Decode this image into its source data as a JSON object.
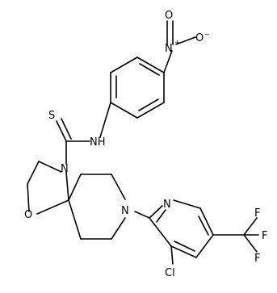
{
  "molecule": {
    "atoms": {
      "nitro_n": "N",
      "nitro_n_charge": "+",
      "nitro_o_top": "O",
      "nitro_o_right": "O",
      "nitro_o_right_charge": "−",
      "thione_s": "S",
      "amide_nh": "NH",
      "ring_n_oxazolidine": "N",
      "ring_o_oxazolidine": "O",
      "ring_n_piperidine": "N",
      "pyridine_n": "N",
      "chloro": "Cl",
      "fluoro_top": "F",
      "fluoro_right": "F",
      "fluoro_bottom": "F"
    }
  }
}
